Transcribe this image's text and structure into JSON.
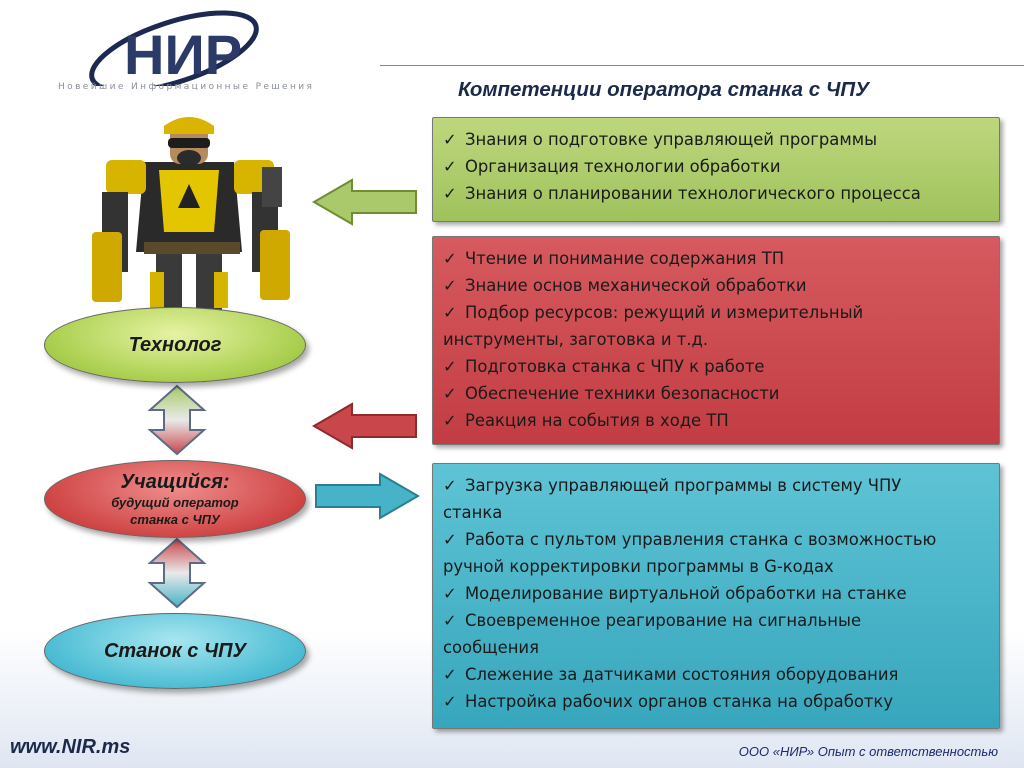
{
  "header": {
    "logo_text": "НИР",
    "logo_subtitle": "Новейшие Информационные Решения",
    "title": "Компетенции оператора станка с ЧПУ"
  },
  "roles": {
    "technologist": "Технолог",
    "student_title": "Учащийся:",
    "student_subtitle_1": "будущий оператор",
    "student_subtitle_2": "станка с ЧПУ",
    "machine": "Станок с ЧПУ"
  },
  "boxes": {
    "green": [
      "Знания о подготовке управляющей программы",
      "Организация технологии обработки",
      "Знания о планировании технологического процесса"
    ],
    "red": [
      "Чтение и понимание содержания ТП",
      "Знание основ механической обработки",
      "Подбор ресурсов: режущий и измерительный",
      "инструменты, заготовка и т.д.",
      "Подготовка станка с ЧПУ к работе",
      "Обеспечение техники безопасности",
      "Реакция на события в ходе ТП"
    ],
    "blue": [
      "Загрузка  управляющей программы в систему ЧПУ",
      "станка",
      "Работа с пультом управления станка с возможностью",
      "ручной корректировки программы в G-кодах",
      "Моделирование виртуальной обработки на станке",
      "Своевременное реагирование на сигнальные",
      "сообщения",
      "Слежение за датчиками состояния оборудования",
      "Настройка рабочих органов станка на обработку"
    ]
  },
  "footer": {
    "url": "www.NIR.ms",
    "company": "ООО «НИР» Опыт с ответственностью"
  },
  "check_symbol": "✓",
  "colors": {
    "green": "#a9c96a",
    "red": "#c9464b",
    "blue": "#46b3c8"
  }
}
